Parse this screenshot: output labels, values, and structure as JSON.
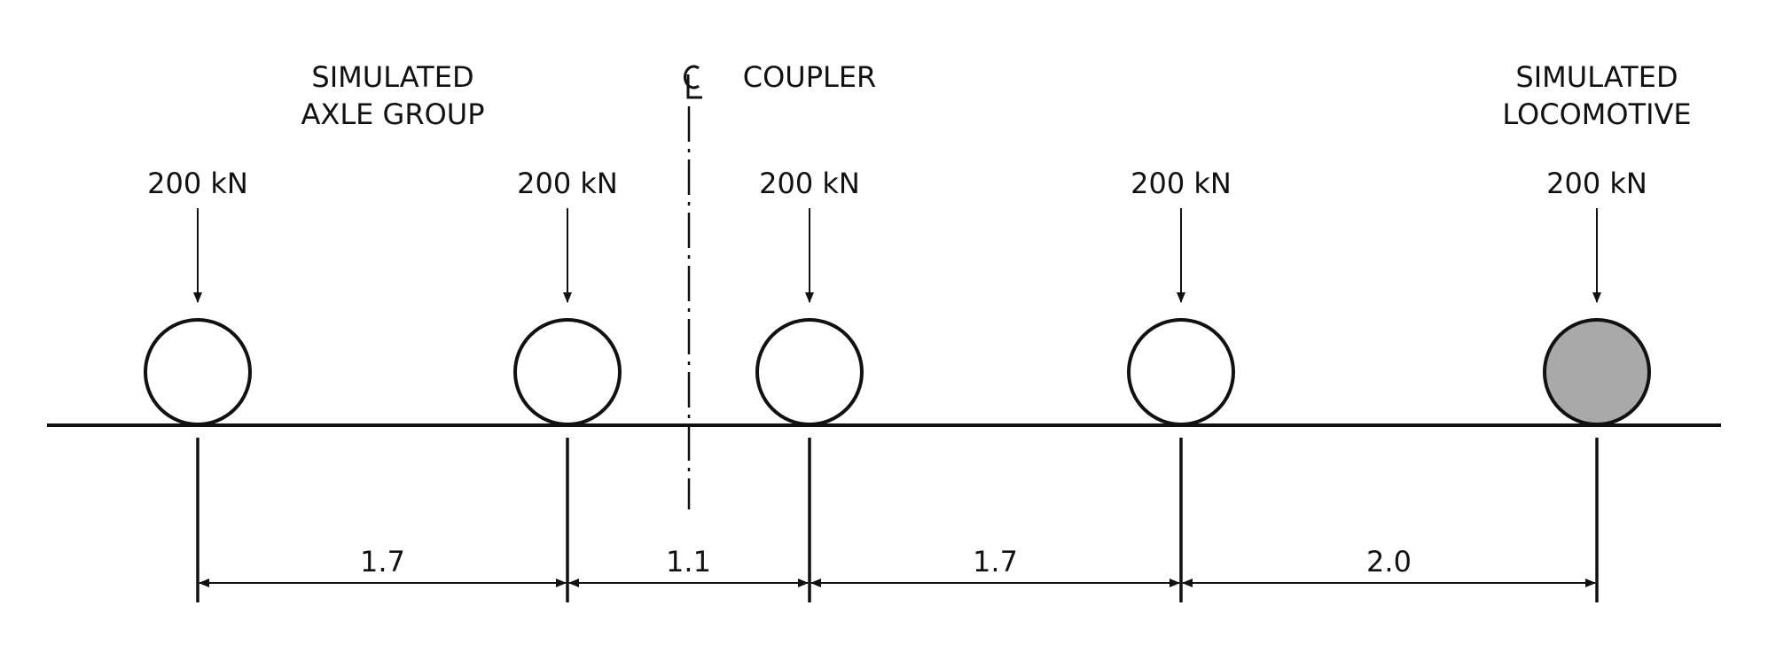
{
  "labels": {
    "axle_group": [
      "SIMULATED",
      "AXLE GROUP"
    ],
    "coupler": "COUPLER",
    "centerline": "CL",
    "locomotive": [
      "SIMULATED",
      "LOCOMOTIVE"
    ]
  },
  "loads": [
    "200 kN",
    "200 kN",
    "200 kN",
    "200 kN",
    "200 kN"
  ],
  "wheel_fill": [
    "#ffffff",
    "#ffffff",
    "#ffffff",
    "#ffffff",
    "#a9a9a9"
  ],
  "spacings": [
    "1.7",
    "1.1",
    "1.7",
    "2.0"
  ]
}
